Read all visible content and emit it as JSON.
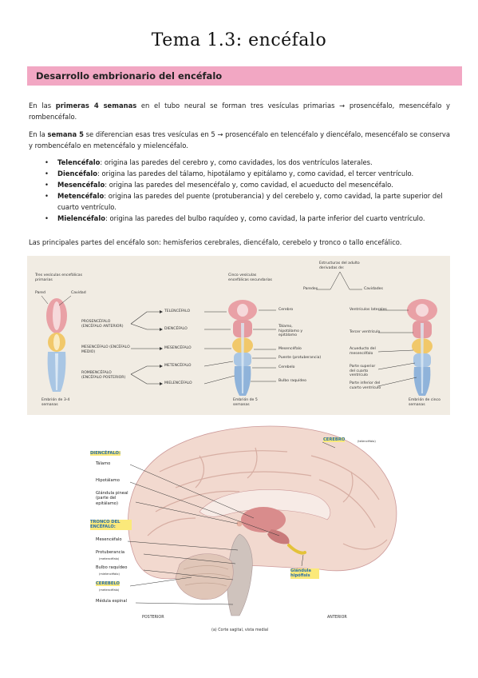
{
  "title": "Tema 1.3: encéfalo",
  "section": "Desarrollo embrionario del encéfalo",
  "p1": {
    "a": "En las ",
    "b": "primeras 4 semanas",
    "c": " en el tubo neural se forman tres vesículas primarias → prosencéfalo, mesencéfalo y rombencéfalo."
  },
  "p2": {
    "a": "En la ",
    "b": "semana 5",
    "c": " se diferencian esas tres vesículas en 5 → prosencéfalo en telencéfalo y diencéfalo, mesencéfalo se conserva y rombencéfalo en metencéfalo y mielencéfalo."
  },
  "bullet_symbol": "•",
  "bullets": [
    {
      "term": "Telencéfalo",
      "text": ": origina las paredes del cerebro y, como cavidades, los dos ventrículos laterales."
    },
    {
      "term": "Diencéfalo",
      "text": ": origina las paredes del tálamo, hipotálamo y epitálamo y, como cavidad, el tercer ventrículo."
    },
    {
      "term": "Mesencéfalo",
      "text": ": origina las paredes del mesencéfalo y, como cavidad, el acueducto del mesencéfalo."
    },
    {
      "term": "Metencéfalo",
      "text": ": origina las paredes del puente (protuberancia) y del cerebelo y, como cavidad, la parte superior del cuarto ventrículo."
    },
    {
      "term": "Mielencéfalo",
      "text": ": origina las paredes del bulbo raquídeo y, como cavidad, la parte inferior del cuarto ventrículo."
    }
  ],
  "p3": "Las principales partes del encéfalo son: hemisferios cerebrales, diencéfalo, cerebelo y tronco o tallo encefálico.",
  "figure1": {
    "tres_vesiculas": "Tres vesículas encefálicas primarias",
    "pared": "Pared",
    "cavidad": "Cavidad",
    "prosencefalo": "PROSENCÉFALO (ENCÉFALO ANTERIOR)",
    "mesencefalo": "MESENCÉFALO (ENCÉFALO MEDIO)",
    "rombencefalo": "ROMBENCÉFALO (ENCÉFALO POSTERIOR)",
    "embrion1": "Embrión de 3-4 semanas",
    "telencefalo": "TELENCÉFALO",
    "diencefalo": "DIENCÉFALO",
    "mesencefalo2": "MESENCÉFALO",
    "metencefalo": "METENCÉFALO",
    "mielencefalo": "MIELENCÉFALO",
    "cinco_vesiculas": "Cinco vesículas encefálicas secundarias",
    "embrion2": "Embrión de 5 semanas",
    "estructuras": "Estructuras del adulto derivadas de:",
    "paredes": "Paredes",
    "cavidades": "Cavidades",
    "cerebro": "Cerebro",
    "talamo_hipo": "Tálamo, hipotálamo y epitálamo",
    "mesencefalo_w": "Mesencéfalo",
    "puente": "Puente (protuberancia)",
    "cerebelo": "Cerebelo",
    "bulbo": "Bulbo raquídeo",
    "ventriculos": "Ventrículos laterales",
    "tercer": "Tercer ventrículo",
    "acueducto": "Acueducto del mesencéfalo",
    "parte_sup": "Parte superior del cuarto ventrículo",
    "parte_inf": "Parte inferior del cuarto ventrículo",
    "embrion3": "Embrión de cinco semanas"
  },
  "figure2": {
    "diencefalo": "DIENCÉFALO:",
    "talamo": "Tálamo",
    "hipotalamo": "Hipotálamo",
    "glandula_pineal": "Glándula pineal (parte del epitálamo)",
    "tronco": "TRONCO DEL ENCÉFALO:",
    "mesencefalo": "Mesencéfalo",
    "protuberancia": "Protuberancia",
    "protuberancia_note": "(metencéfalo)",
    "bulbo": "Bulbo raquídeo",
    "bulbo_note": "(mielencéfalo)",
    "cerebelo": "CEREBELO",
    "cerebelo_note": "(metencéfalo)",
    "medula": "Médula espinal",
    "cerebro": "CEREBRO",
    "cerebro_note": "(telencéfalo)",
    "glandula_hipofisis": "Glándula hipófisis",
    "posterior": "POSTERIOR",
    "anterior": "ANTERIOR",
    "caption": "(a) Corte sagital, vista medial"
  },
  "colors": {
    "band": "#f2a7c3",
    "fig_bg": "#f1ece3",
    "prosencefalo": "#e9a1a6",
    "mesencefalo": "#f1c86a",
    "rombencefalo": "#a9c6e4",
    "label_blue": "#2a6fa8",
    "highlight": "#fbe97a"
  }
}
